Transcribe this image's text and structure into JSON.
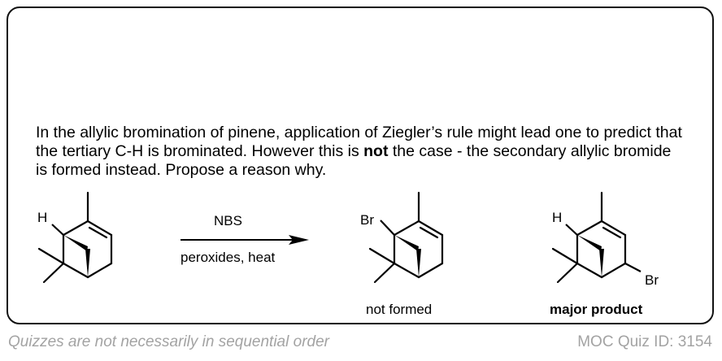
{
  "question": {
    "part1": "In the allylic bromination of pinene, application of Ziegler’s rule might lead one to predict that the tertiary C-H is brominated. However this is ",
    "emphasis": "not",
    "part2": " the case - the secondary allylic bromide is formed instead. Propose a reason why."
  },
  "reaction": {
    "reagent_top": "NBS",
    "reagent_bottom": "peroxides, heat",
    "starting_material": {
      "atom_label": "H"
    },
    "product_not_formed": {
      "atom_label": "Br",
      "caption": "not formed"
    },
    "product_major": {
      "atom_label_h": "H",
      "atom_label_br": "Br",
      "caption": "major product"
    }
  },
  "footer": {
    "note": "Quizzes are not necessarily in sequential order",
    "quiz_id": "MOC Quiz ID: 3154"
  }
}
